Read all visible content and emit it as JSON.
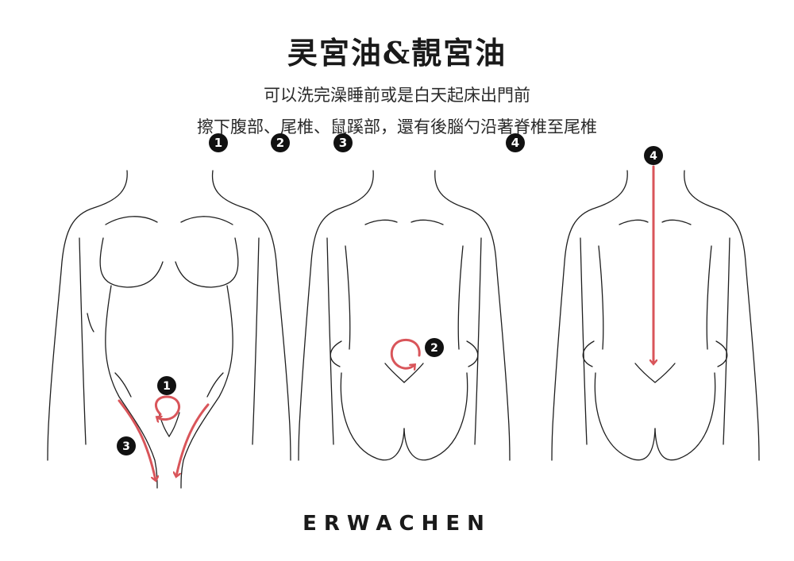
{
  "title": "㚑宮油&靚宮油",
  "instruction_line1": "可以洗完澡睡前或是白天起床出門前",
  "instruction_line2": "擦下腹部、尾椎、鼠蹊部，還有後腦勺沿著脊椎至尾椎",
  "step_markers": [
    "1",
    "2",
    "3",
    "4"
  ],
  "figure_markers": {
    "front_abdomen": "1",
    "back_tailbone": "2",
    "front_groin": "3",
    "back_spine": "4"
  },
  "brand": "ERWACHEN",
  "colors": {
    "arrow": "#d9555a",
    "line": "#1f1f1f",
    "badge": "#111111"
  }
}
